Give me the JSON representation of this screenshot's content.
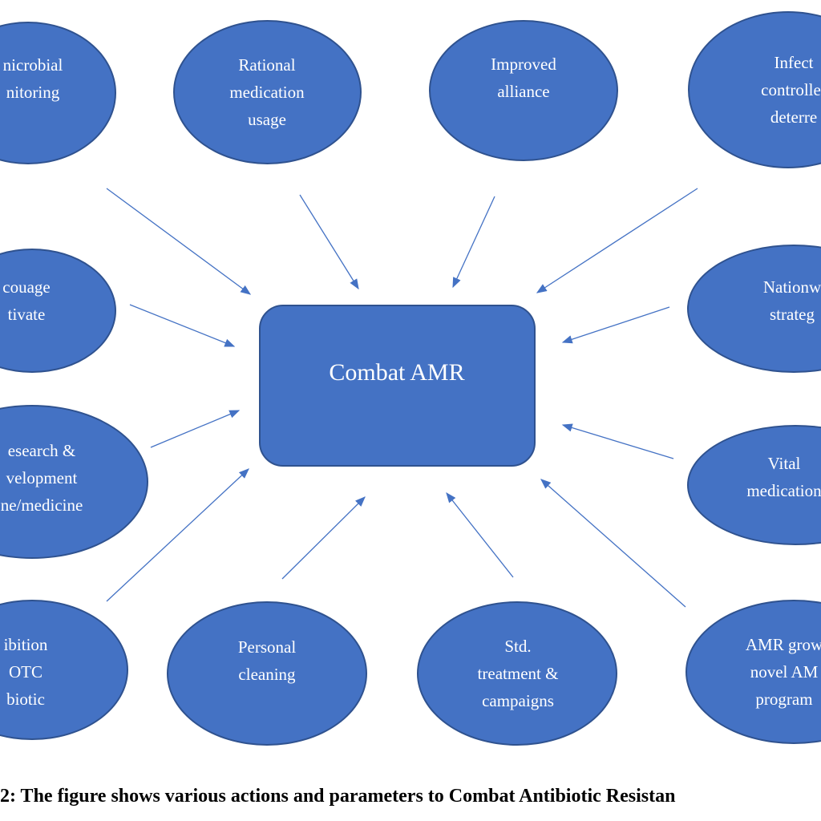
{
  "colors": {
    "node_fill": "#4472C4",
    "node_border": "#2F528F",
    "arrow": "#4472C4"
  },
  "center": {
    "label": "Combat AMR"
  },
  "nodes": [
    {
      "label": "nicrobial\nnitoring"
    },
    {
      "label": "Rational\nmedication\nusage"
    },
    {
      "label": "Improved\nalliance"
    },
    {
      "label": "Infect\ncontroller\ndeterre"
    },
    {
      "label": "couage\ntivate"
    },
    {
      "label": "esearch &\nvelopment\nne/medicine"
    },
    {
      "label": "ibition\nOTC\nbiotic"
    },
    {
      "label": "Personal\ncleaning"
    },
    {
      "label": "Std.\ntreatment &\ncampaigns"
    },
    {
      "label": "Nationw\nstrateg"
    },
    {
      "label": "Vital\nmedication"
    },
    {
      "label": "AMR grow\nnovel AM\nprogram"
    }
  ],
  "caption": "2: The figure shows various actions and parameters to Combat Antibiotic Resistan"
}
